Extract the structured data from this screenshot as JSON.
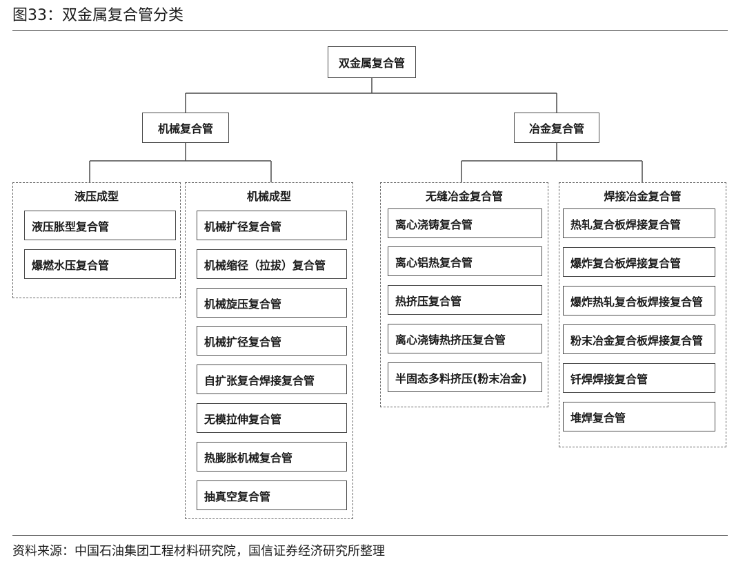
{
  "figure": {
    "title": "图33：双金属复合管分类",
    "source": "资料来源：中国石油集团工程材料研究院，国信证券经济研究所整理"
  },
  "tree": {
    "root": "双金属复合管",
    "mechanical": {
      "label": "机械复合管",
      "hydraulic": {
        "title": "液压成型",
        "items": [
          "液压胀型复合管",
          "爆燃水压复合管"
        ]
      },
      "mechanical_forming": {
        "title": "机械成型",
        "items": [
          "机械扩径复合管",
          "机械缩径（拉拔）复合管",
          "机械旋压复合管",
          "机械扩径复合管",
          "自扩张复合焊接复合管",
          "无模拉伸复合管",
          "热膨胀机械复合管",
          "抽真空复合管"
        ]
      }
    },
    "metallurgical": {
      "label": "冶金复合管",
      "seamless": {
        "title": "无缝冶金复合管",
        "items": [
          "离心浇铸复合管",
          "离心铝热复合管",
          "热挤压复合管",
          "离心浇铸热挤压复合管",
          "半固态多料挤压(粉末冶金)"
        ]
      },
      "welded": {
        "title": "焊接冶金复合管",
        "items": [
          "热轧复合板焊接复合管",
          "爆炸复合板焊接复合管",
          "爆炸热轧复合板焊接复合管",
          "粉末冶金复合板焊接复合管",
          "钎焊焊接复合管",
          "堆焊复合管"
        ]
      }
    }
  }
}
